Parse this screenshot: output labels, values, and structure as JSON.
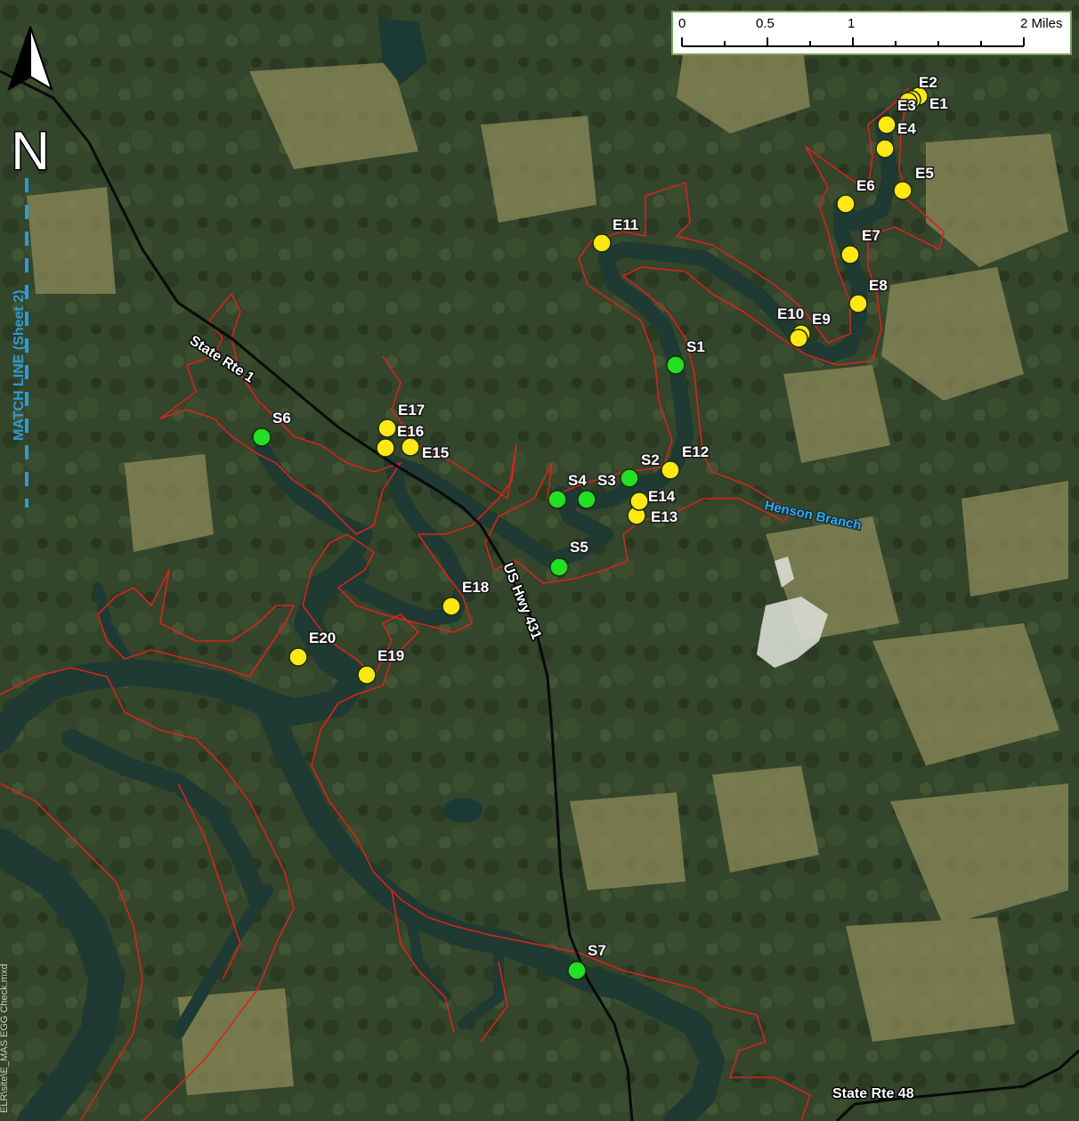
{
  "map": {
    "scale_bar": {
      "ticks": [
        "0",
        "0.5",
        "1",
        "2 Miles"
      ]
    },
    "north_arrow": {
      "letter": "N"
    },
    "match_line": "MATCH LINE (Sheet 2)",
    "side_note": "ELR\\site\\E_MAS EGG Check.mxd",
    "roads": [
      {
        "label": "State Rte 1"
      },
      {
        "label": "US Hwy 431"
      },
      {
        "label": "State Rte 48"
      }
    ],
    "stream": "Henson Branch",
    "stations_green": [
      "S1",
      "S2",
      "S3",
      "S4",
      "S5",
      "S6",
      "S7"
    ],
    "stations_yellow": [
      "E1",
      "E2",
      "E3",
      "E4",
      "E5",
      "E6",
      "E7",
      "E8",
      "E9",
      "E10",
      "E11",
      "E12",
      "E13",
      "E14",
      "E15",
      "E16",
      "E17",
      "E18",
      "E19",
      "E20"
    ],
    "colors": {
      "boundary": "#d8231e",
      "green_point": "#22e022",
      "yellow_point": "#ffe814",
      "river": "#1e3a32",
      "road": "#0a0a0a",
      "scale_border": "#7aa05a",
      "match_line": "#2e9bd6"
    }
  }
}
